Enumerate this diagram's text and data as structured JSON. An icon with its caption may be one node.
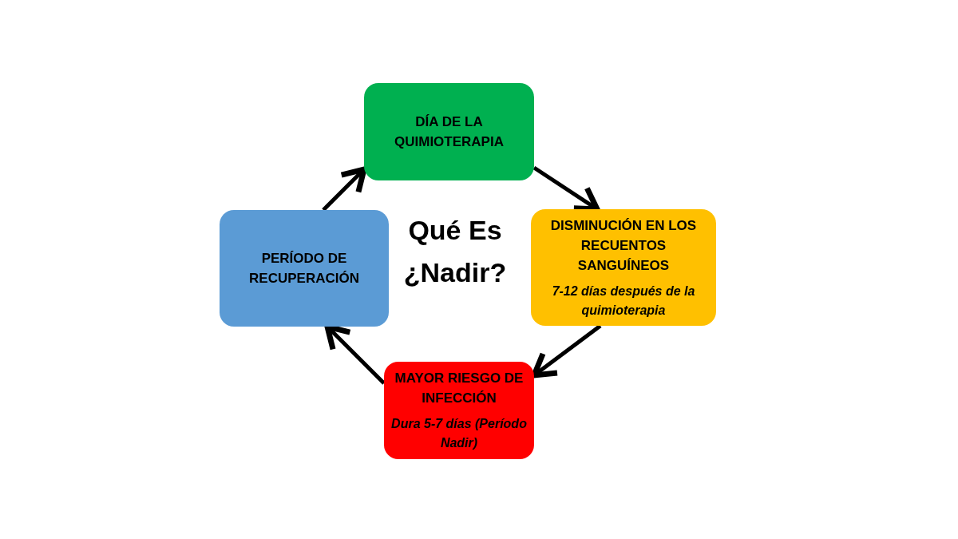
{
  "diagram": {
    "title": "Qué Es ¿Nadir?",
    "nodes": [
      {
        "text": [
          "DÍA DE LA QUIMIOTERAPIA"
        ]
      },
      {
        "text": [
          "DISMINUCIÓN EN LOS RECUENTOS SANGUÍNEOS",
          "7-12 días después de la quimioterapia"
        ]
      },
      {
        "text": [
          "MAYOR RIESGO DE INFECCIÓN",
          "Dura 5-7 días (Período Nadir)"
        ]
      },
      {
        "text": [
          "PERÍODO DE RECUPERACIÓN"
        ]
      }
    ],
    "edges": [
      {
        "from": 0,
        "to": 1,
        "arrow": "to"
      },
      {
        "from": 1,
        "to": 2,
        "arrow": "to"
      },
      {
        "from": 2,
        "to": 3,
        "arrow": "to"
      },
      {
        "from": 3,
        "to": 0,
        "arrow": "to"
      }
    ]
  }
}
